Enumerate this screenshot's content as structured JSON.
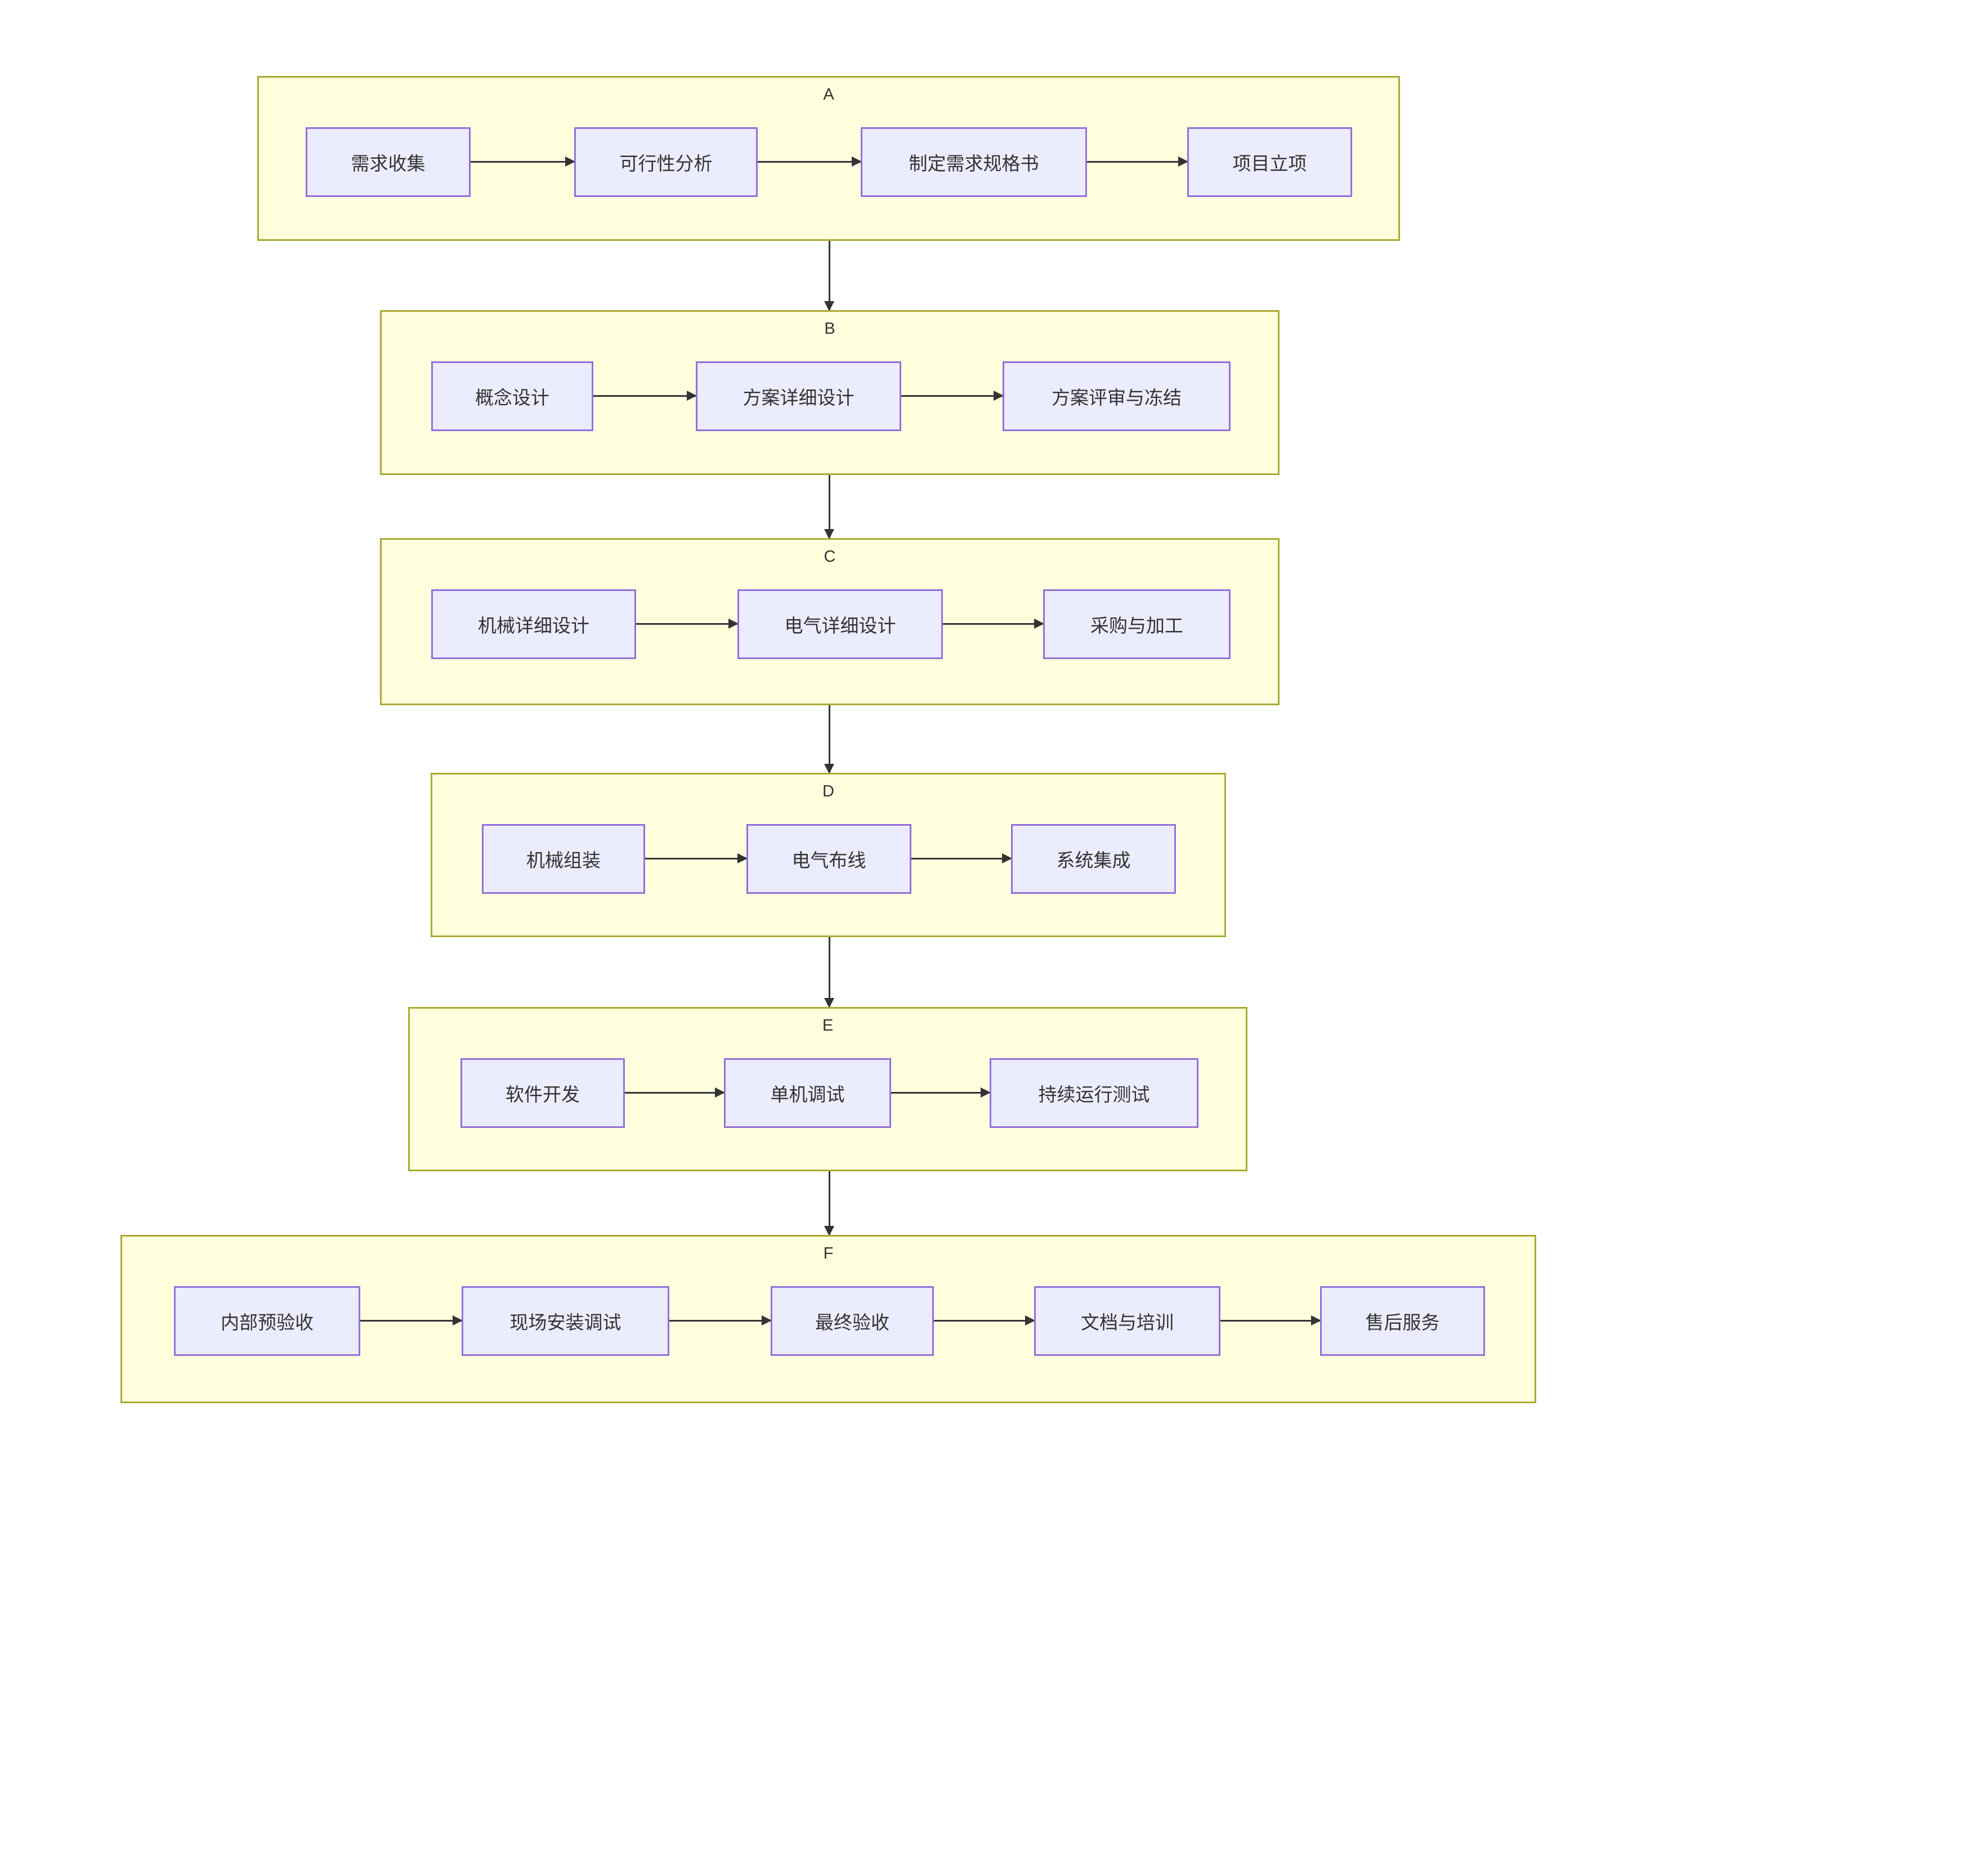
{
  "diagram": {
    "type": "flowchart",
    "groups": [
      {
        "label": "A",
        "nodes": [
          "需求收集",
          "可行性分析",
          "制定需求规格书",
          "项目立项"
        ]
      },
      {
        "label": "B",
        "nodes": [
          "概念设计",
          "方案详细设计",
          "方案评审与冻结"
        ]
      },
      {
        "label": "C",
        "nodes": [
          "机械详细设计",
          "电气详细设计",
          "采购与加工"
        ]
      },
      {
        "label": "D",
        "nodes": [
          "机械组装",
          "电气布线",
          "系统集成"
        ]
      },
      {
        "label": "E",
        "nodes": [
          "软件开发",
          "单机调试",
          "持续运行测试"
        ]
      },
      {
        "label": "F",
        "nodes": [
          "内部预验收",
          "现场安装调试",
          "最终验收",
          "文档与培训",
          "售后服务"
        ]
      }
    ],
    "flow": [
      "A",
      "B",
      "C",
      "D",
      "E",
      "F"
    ],
    "colors": {
      "group_fill": "#FFFFDE",
      "group_border": "#AAAA33",
      "node_fill": "#ECECFF",
      "node_border": "#9370DB",
      "arrow": "#333333",
      "text": "#333333"
    }
  }
}
